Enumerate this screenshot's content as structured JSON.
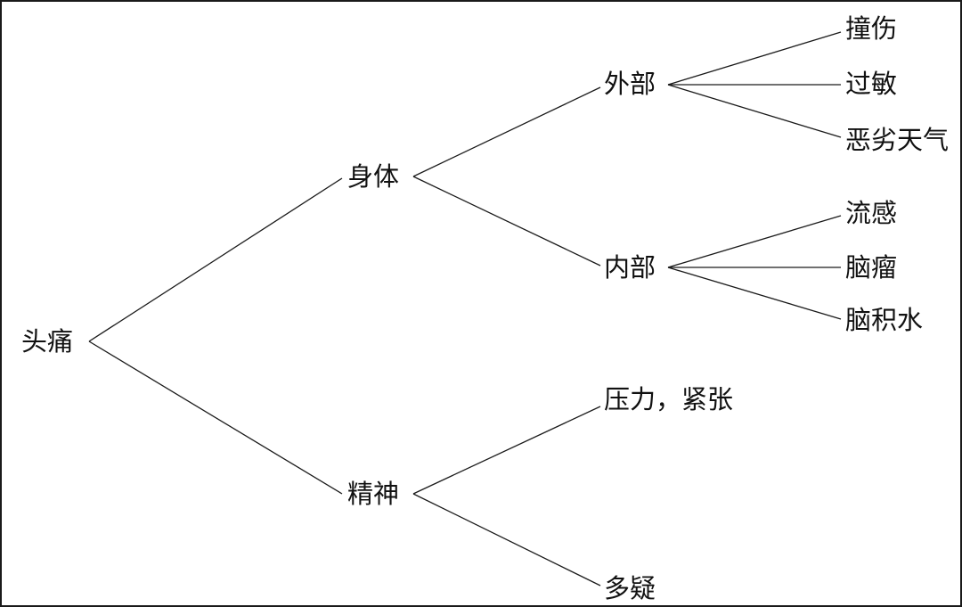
{
  "tree": {
    "root": "头痛",
    "body": "身体",
    "mind": "精神",
    "external": "外部",
    "internal": "内部",
    "injury": "撞伤",
    "allergy": "过敏",
    "bad_weather": "恶劣天气",
    "flu": "流感",
    "brain_tumor": "脑瘤",
    "hydrocephalus": "脑积水",
    "stress": "压力，紧张",
    "suspicion": "多疑"
  },
  "colors": {
    "line": "#1a1a1a",
    "text": "#111111",
    "background": "#ffffff"
  }
}
